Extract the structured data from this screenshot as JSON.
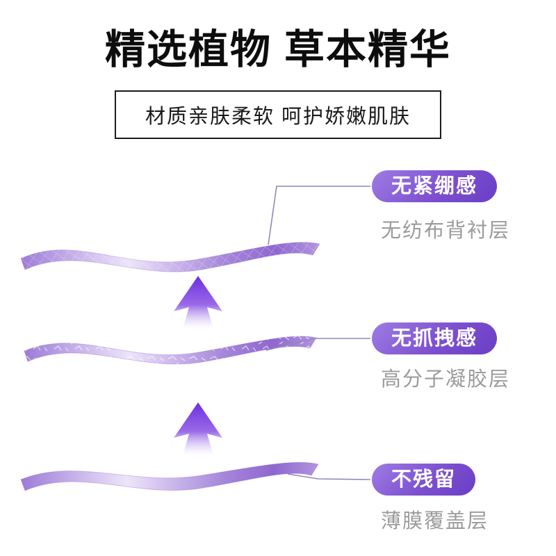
{
  "title": "精选植物 草本精华",
  "subtitle": "材质亲肤柔软 呵护娇嫩肌肤",
  "callouts": [
    {
      "badge": "无紧绷感",
      "label": "无纺布背衬层"
    },
    {
      "badge": "无抓拽感",
      "label": "高分子凝胶层"
    },
    {
      "badge": "不残留",
      "label": "薄膜覆盖层"
    }
  ],
  "illustration": {
    "layer_count": 3,
    "arrow_icon": "up-arrow",
    "sheet_icon": "wavy-layer-sheet"
  },
  "colors": {
    "background": "#ffffff",
    "title_black": "#0d0d0d",
    "badge_gradient_start": "#9e7ce4",
    "badge_gradient_end": "#6a3ec6",
    "sheet_purple": "#8a63cc",
    "arrow_purple": "#6d2fe0",
    "label_gray": "#9b9b9b",
    "leader_line": "#9286bb"
  }
}
